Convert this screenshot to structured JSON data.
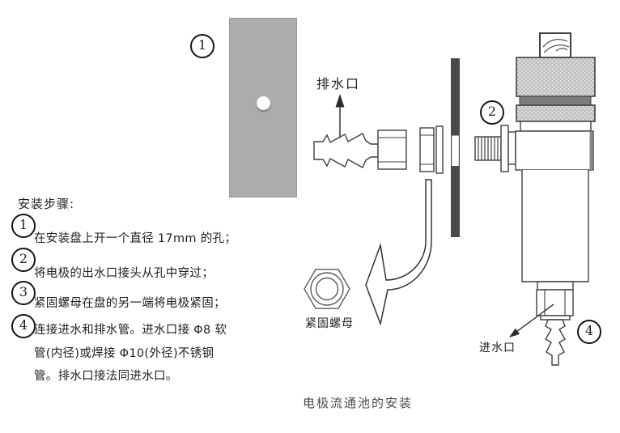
{
  "steps": {
    "heading": "安装步骤:",
    "items": [
      {
        "num": "1",
        "lines": [
          "在安装盘上开一个直径 17mm 的孔；"
        ]
      },
      {
        "num": "2",
        "lines": [
          "将电极的出水口接头从孔中穿过；"
        ]
      },
      {
        "num": "3",
        "lines": [
          "紧固螺母在盘的另一端将电极紧固；"
        ]
      },
      {
        "num": "4",
        "lines": [
          "连接进水和排水管。进水口接 Φ8 软",
          "管(内径)或焊接 Φ10(外径)不锈钢",
          "管。排水口接法同进水口。"
        ]
      }
    ]
  },
  "diagram": {
    "callouts": {
      "plate": "1",
      "outlet": "2",
      "inlet": "4"
    },
    "labels": {
      "drain_port": "排水口",
      "inlet_port": "进水口",
      "fastening_nut": "紧固螺母"
    },
    "caption": "电极流通池的安装"
  },
  "colors": {
    "plate_gray": "#acacac",
    "panel_bar": "#4a4a4a",
    "outline": "#3f3f3f",
    "knurl_base": "#e2e2e2",
    "knurl_hatch": "#b4b4b4",
    "dark_band": "#7d7d7d",
    "text": "#1f1f1f",
    "caption_text": "#4a4a4a"
  }
}
